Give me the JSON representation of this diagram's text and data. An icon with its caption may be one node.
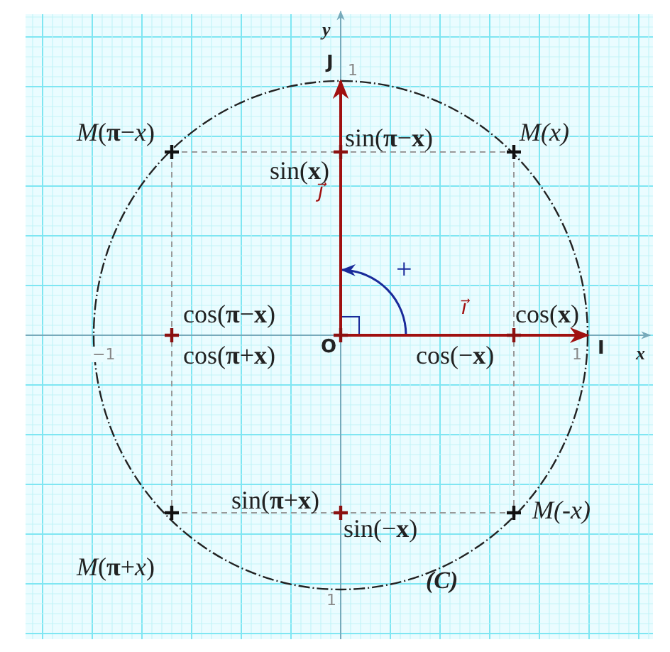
{
  "diagram": {
    "nodes": [
      {
        "text": [
          "O"
        ]
      },
      {
        "text": [
          "I"
        ]
      },
      {
        "text": [
          "J"
        ]
      }
    ],
    "edges": [
      {
        "from": 0,
        "to": 1,
        "arrow": "to",
        "label": "i⃗",
        "color": "#a01010"
      },
      {
        "from": 0,
        "to": 2,
        "arrow": "to",
        "label": "j⃗",
        "color": "#a01010"
      }
    ],
    "labels": [
      "y",
      "1",
      "*M*(**π**−*x*)",
      "sin(**π**−**x**)",
      "M(x)",
      "sin(**x**)",
      "+",
      "cos(**π**−**x**)",
      "cos(**x**)",
      "−1",
      "cos(**π**+**x**)",
      "cos(−**x**)",
      "1",
      "x",
      "sin(**π**+**x**)",
      "M(-x)",
      "sin(−**x**)",
      "*M*(**π**+*x*)",
      "1",
      "(C)"
    ]
  }
}
